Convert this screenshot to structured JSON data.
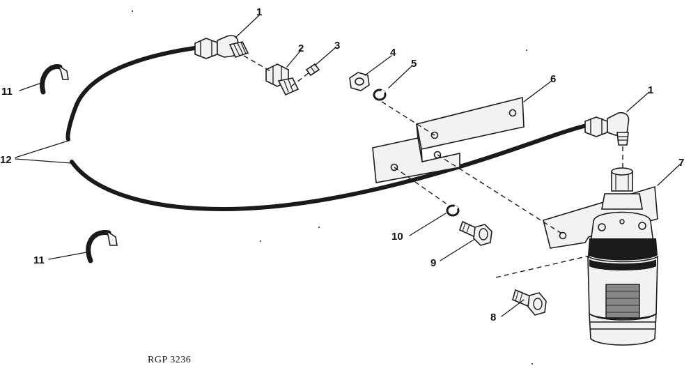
{
  "figure_id": "RGP 3236",
  "callouts": {
    "c1a": "1",
    "c1b": "1",
    "c2": "2",
    "c3": "3",
    "c4": "4",
    "c5": "5",
    "c6": "6",
    "c7": "7",
    "c8": "8",
    "c9": "9",
    "c10": "10",
    "c11a": "11",
    "c11b": "11",
    "c12": "12"
  }
}
